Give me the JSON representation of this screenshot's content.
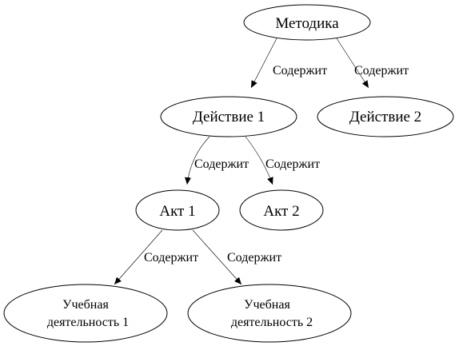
{
  "diagram": {
    "nodes": {
      "metodika": "Методика",
      "action1": "Действие 1",
      "action2": "Действие 2",
      "act1": "Акт 1",
      "act2": "Акт 2",
      "learning1": [
        "Учебная",
        "деятельность 1"
      ],
      "learning2": [
        "Учебная",
        "деятельность 2"
      ]
    },
    "edges": {
      "metodika_action1": "Содержит",
      "metodika_action2": "Содержит",
      "action1_act1": "Содержит",
      "action1_act2": "Содержит",
      "act1_learning1": "Содержит",
      "act1_learning2": "Содержит"
    }
  }
}
